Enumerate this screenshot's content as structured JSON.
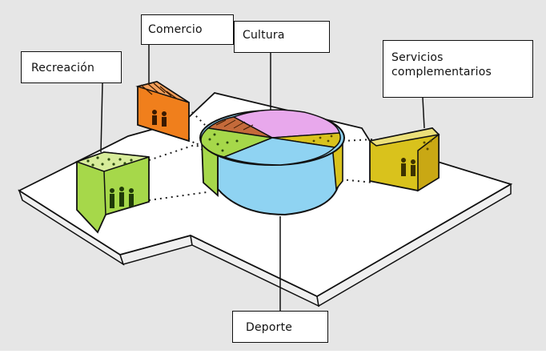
{
  "labels": {
    "comercio": "Comercio",
    "cultura": "Cultura",
    "recreacion": "Recreación",
    "servicios_line1": "Servicios",
    "servicios_line2": "complementarios",
    "deporte": "Deporte"
  },
  "colors": {
    "background": "#e6e6e6",
    "platform": "#ffffff",
    "platform_edge": "#efefef",
    "deporte": "#8fd3f2",
    "cultura": "#e8a8ec",
    "recreacion": "#a6d84a",
    "comercio": "#f07f1c",
    "servicios": "#d9c21c",
    "outline": "#111111"
  }
}
